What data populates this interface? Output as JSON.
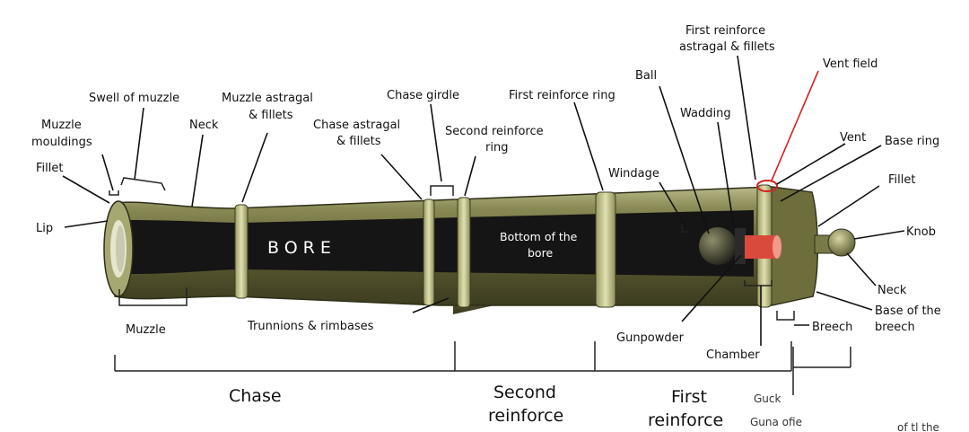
{
  "colors": {
    "barrel": "#7a7a45",
    "barrel_dark": "#4f4f2a",
    "bore": "#151515",
    "ring": "#b7b77e",
    "powder": "#d94a3a",
    "vent_leader": "#d62020"
  },
  "labels": {
    "muzzle_mouldings": [
      "Muzzle",
      "mouldings"
    ],
    "swell_of_muzzle": "Swell of muzzle",
    "muzzle_astragal": [
      "Muzzle astragal",
      "& fillets"
    ],
    "neck_front": "Neck",
    "fillet_front": "Fillet",
    "lip": "Lip",
    "muzzle": "Muzzle",
    "chase_girdle": "Chase girdle",
    "chase_astragal": [
      "Chase astragal",
      "& fillets"
    ],
    "second_reinforce_ring": [
      "Second reinforce",
      "ring"
    ],
    "first_reinforce_ring": "First reinforce ring",
    "first_reinforce_astragal": [
      "First reinforce",
      "astragal & fillets"
    ],
    "vent_field": "Vent field",
    "ball": "Ball",
    "wadding": "Wadding",
    "windage": "Windage",
    "vent": "Vent",
    "base_ring": "Base ring",
    "fillet_rear": "Fillet",
    "knob": "Knob",
    "neck_rear": "Neck",
    "base_of_breech": [
      "Base of the",
      "breech"
    ],
    "breech": "Breech",
    "bore": "BORE",
    "bottom_of_bore": [
      "Bottom of the",
      "bore"
    ],
    "trunnions": "Trunnions & rimbases",
    "gunpowder": "Gunpowder",
    "chamber": "Chamber",
    "chase": "Chase",
    "second_reinforce": [
      "Second",
      "reinforce"
    ],
    "first_reinforce": [
      "First",
      "reinforce"
    ],
    "partial_1": "Guck",
    "partial_2": "Guna ofie",
    "partial_3": "of tl the"
  }
}
